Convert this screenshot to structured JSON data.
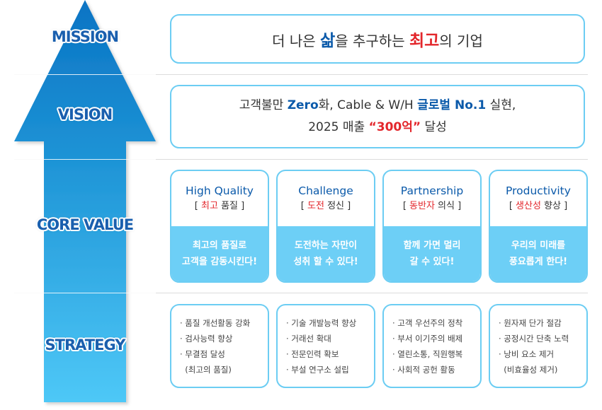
{
  "levels": {
    "mission": "MISSION",
    "vision": "VISION",
    "core_value": "CORE VALUE",
    "strategy": "STRATEGY"
  },
  "colors": {
    "arrow_top": "#0a78c8",
    "arrow_bottom": "#4cc6f6",
    "label_text": "#1a5fae",
    "box_border": "#6ccdf3",
    "card_bottom": "#6dcff6",
    "highlight_blue": "#0b5aaa",
    "highlight_red": "#e3262b",
    "divider": "#dcdcdc"
  },
  "mission": {
    "part1": "더 나은 ",
    "highlight_blue": "삶",
    "part2": "을 추구하는 ",
    "highlight_red": "최고",
    "part3": "의 기업"
  },
  "vision": {
    "line1": {
      "part1": "고객불만 ",
      "highlight1": "Zero",
      "part2": "화, Cable & W/H ",
      "highlight2": "글로벌 No.1",
      "part3": " 실현,"
    },
    "line2": {
      "part1": "2025 매출 ",
      "highlight": "“300억”",
      "part2": " 달성"
    }
  },
  "core_values": [
    {
      "title": "High Quality",
      "bracket_open": "[ ",
      "red": "최고",
      "rest": " 품질 ]",
      "desc1": "최고의 품질로",
      "desc2": "고객을 감동시킨다!"
    },
    {
      "title": "Challenge",
      "bracket_open": "[ ",
      "red": "도전",
      "rest": " 정신 ]",
      "desc1": "도전하는 자만이",
      "desc2": "성취 할 수 있다!"
    },
    {
      "title": "Partnership",
      "bracket_open": "[ ",
      "red": "동반자",
      "rest": " 의식 ]",
      "desc1": "함께 가면 멀리",
      "desc2": "갈 수 있다!"
    },
    {
      "title": "Productivity",
      "bracket_open": "[ ",
      "red": "생산성",
      "rest": " 향상 ]",
      "desc1": "우리의 미래를",
      "desc2": "풍요롭게 한다!"
    }
  ],
  "strategies": [
    {
      "items": [
        "· 품질 개선활동 강화",
        "· 검사능력 향상",
        "· 무결점 달성",
        "  (최고의 품질)"
      ]
    },
    {
      "items": [
        "· 기술 개발능력 향상",
        "· 거래선 확대",
        "· 전문인력 확보",
        "· 부설 연구소 설립"
      ]
    },
    {
      "items": [
        "· 고객 우선주의 정착",
        "· 부서 이기주의 배제",
        "· 열린소통, 직원행복",
        "· 사회적 공헌 활동"
      ]
    },
    {
      "items": [
        "· 원자재 단가 절감",
        "· 공정시간 단축 노력",
        "· 낭비 요소 제거",
        "  (비효율성 제거)"
      ]
    }
  ]
}
